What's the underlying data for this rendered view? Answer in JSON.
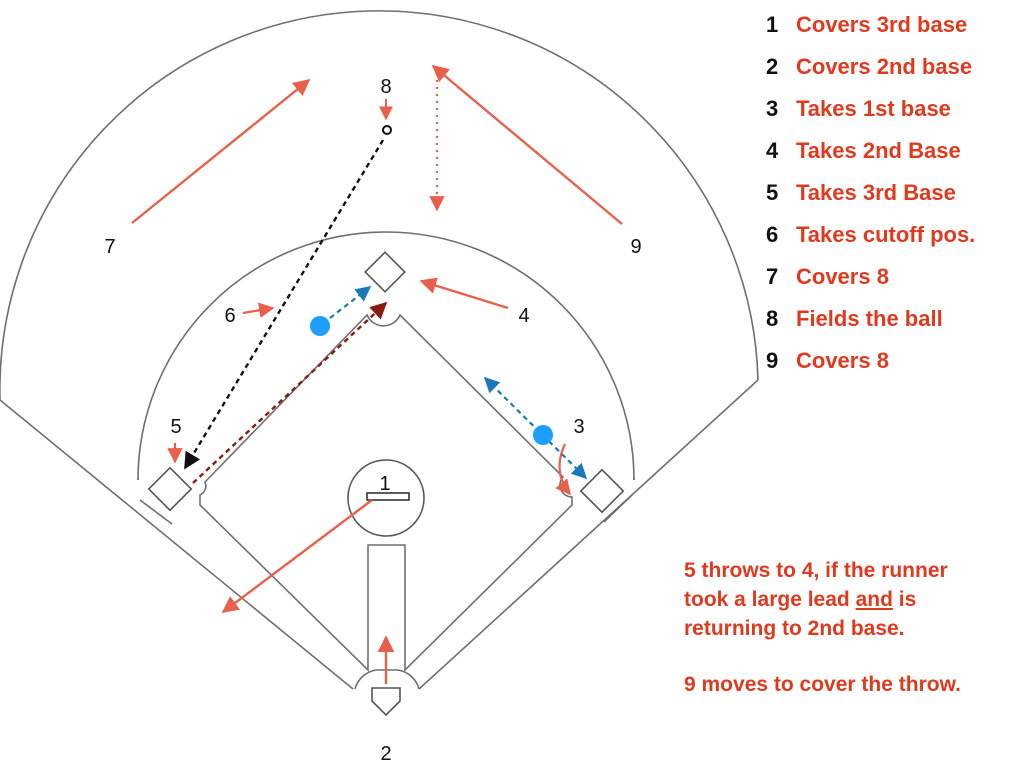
{
  "diagram": {
    "positions": [
      {
        "id": "1",
        "label": "1"
      },
      {
        "id": "2",
        "label": "2"
      },
      {
        "id": "3",
        "label": "3"
      },
      {
        "id": "4",
        "label": "4"
      },
      {
        "id": "5",
        "label": "5"
      },
      {
        "id": "6",
        "label": "6"
      },
      {
        "id": "7",
        "label": "7"
      },
      {
        "id": "8",
        "label": "8"
      },
      {
        "id": "9",
        "label": "9"
      }
    ]
  },
  "legend": [
    {
      "num": "1",
      "text": "Covers 3rd base"
    },
    {
      "num": "2",
      "text": "Covers 2nd base"
    },
    {
      "num": "3",
      "text": "Takes 1st base"
    },
    {
      "num": "4",
      "text": "Takes 2nd Base"
    },
    {
      "num": "5",
      "text": "Takes 3rd Base"
    },
    {
      "num": "6",
      "text": "Takes cutoff pos."
    },
    {
      "num": "7",
      "text": "Covers 8"
    },
    {
      "num": "8",
      "text": "Fields the ball"
    },
    {
      "num": "9",
      "text": "Covers 8"
    }
  ],
  "notes": {
    "note1_line1": "5 throws to 4, if the runner",
    "note1_line2_a": "took a large lead ",
    "note1_line2_b": "and",
    "note1_line2_c": " is",
    "note1_line3": "returning to 2nd base.",
    "note2": "9 moves to cover the throw."
  },
  "colors": {
    "accent": "#e03a1e",
    "arrow_red": "#e8604a",
    "throw_dark_red": "#8b1a10",
    "throw_blue": "#1a7ab8",
    "runner": "#1e9fff",
    "line": "#6f6f6f"
  }
}
